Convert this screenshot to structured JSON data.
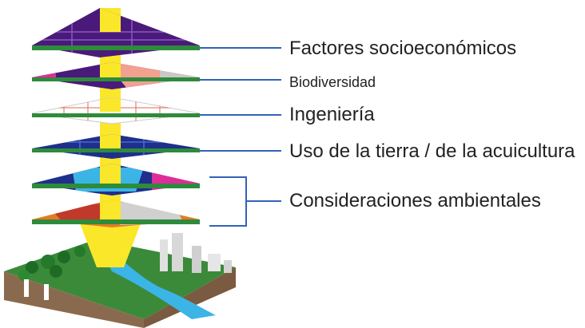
{
  "diagram": {
    "layers": [
      {
        "label": "Factores socioeconómicos"
      },
      {
        "label": "Biodiversidad"
      },
      {
        "label": "Ingeniería"
      },
      {
        "label": "Uso de la tierra / de la acuicultura"
      },
      {
        "label": "Consideraciones ambientales"
      }
    ]
  },
  "colors": {
    "layer_edge": "#2e8b3c",
    "leader_line": "#2f63b8",
    "arrow": "#fbe72a",
    "purple": "#4a1a7a",
    "navy": "#1e2f8c",
    "cyan": "#3bb4e6",
    "magenta": "#e02c9a",
    "salmon": "#f2a090",
    "orange": "#e77a25",
    "ground": "#8a6a4e"
  },
  "icons": [
    "layer-stack-icon",
    "terrain-block-icon"
  ]
}
